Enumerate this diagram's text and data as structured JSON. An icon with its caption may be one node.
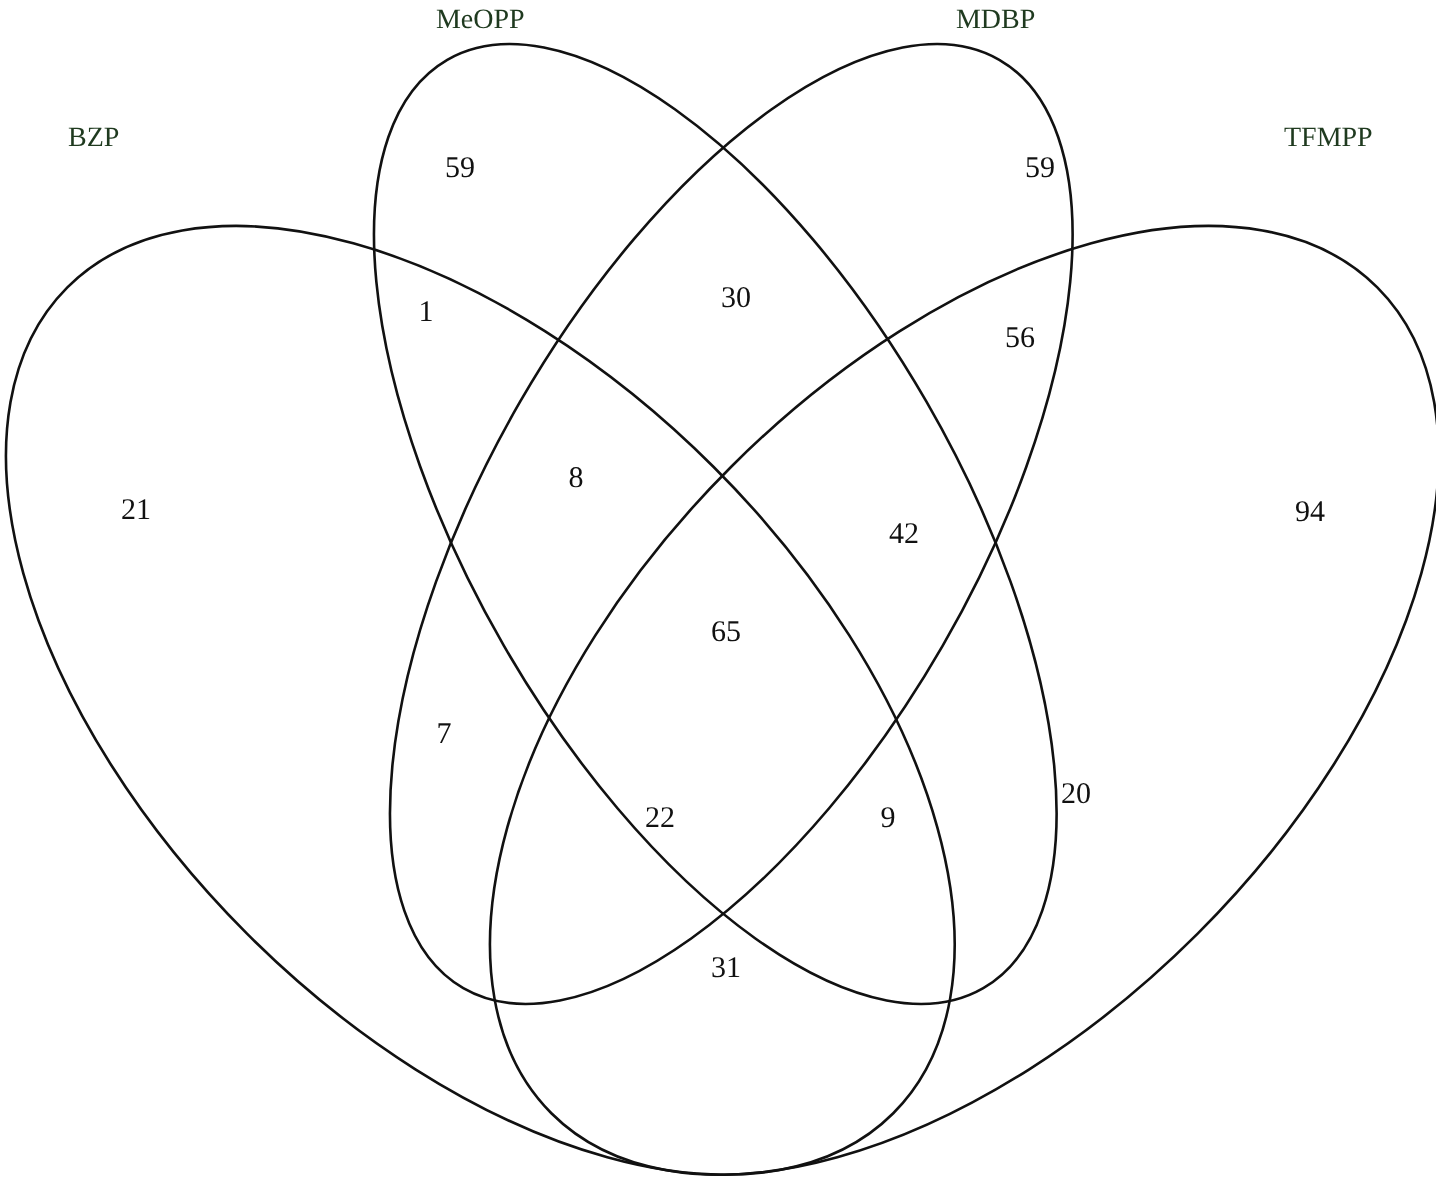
{
  "diagram": {
    "nodes": [
      {
        "text": [
          "BZP"
        ]
      },
      {
        "text": [
          "MeOPP"
        ]
      },
      {
        "text": [
          "MDBP"
        ]
      },
      {
        "text": [
          "TFMPP"
        ]
      }
    ],
    "edges": [],
    "labels": [
      "59",
      "59",
      "30",
      "1",
      "56",
      "21",
      "8",
      "42",
      "94",
      "65",
      "7",
      "20",
      "22",
      "9",
      "31"
    ]
  }
}
